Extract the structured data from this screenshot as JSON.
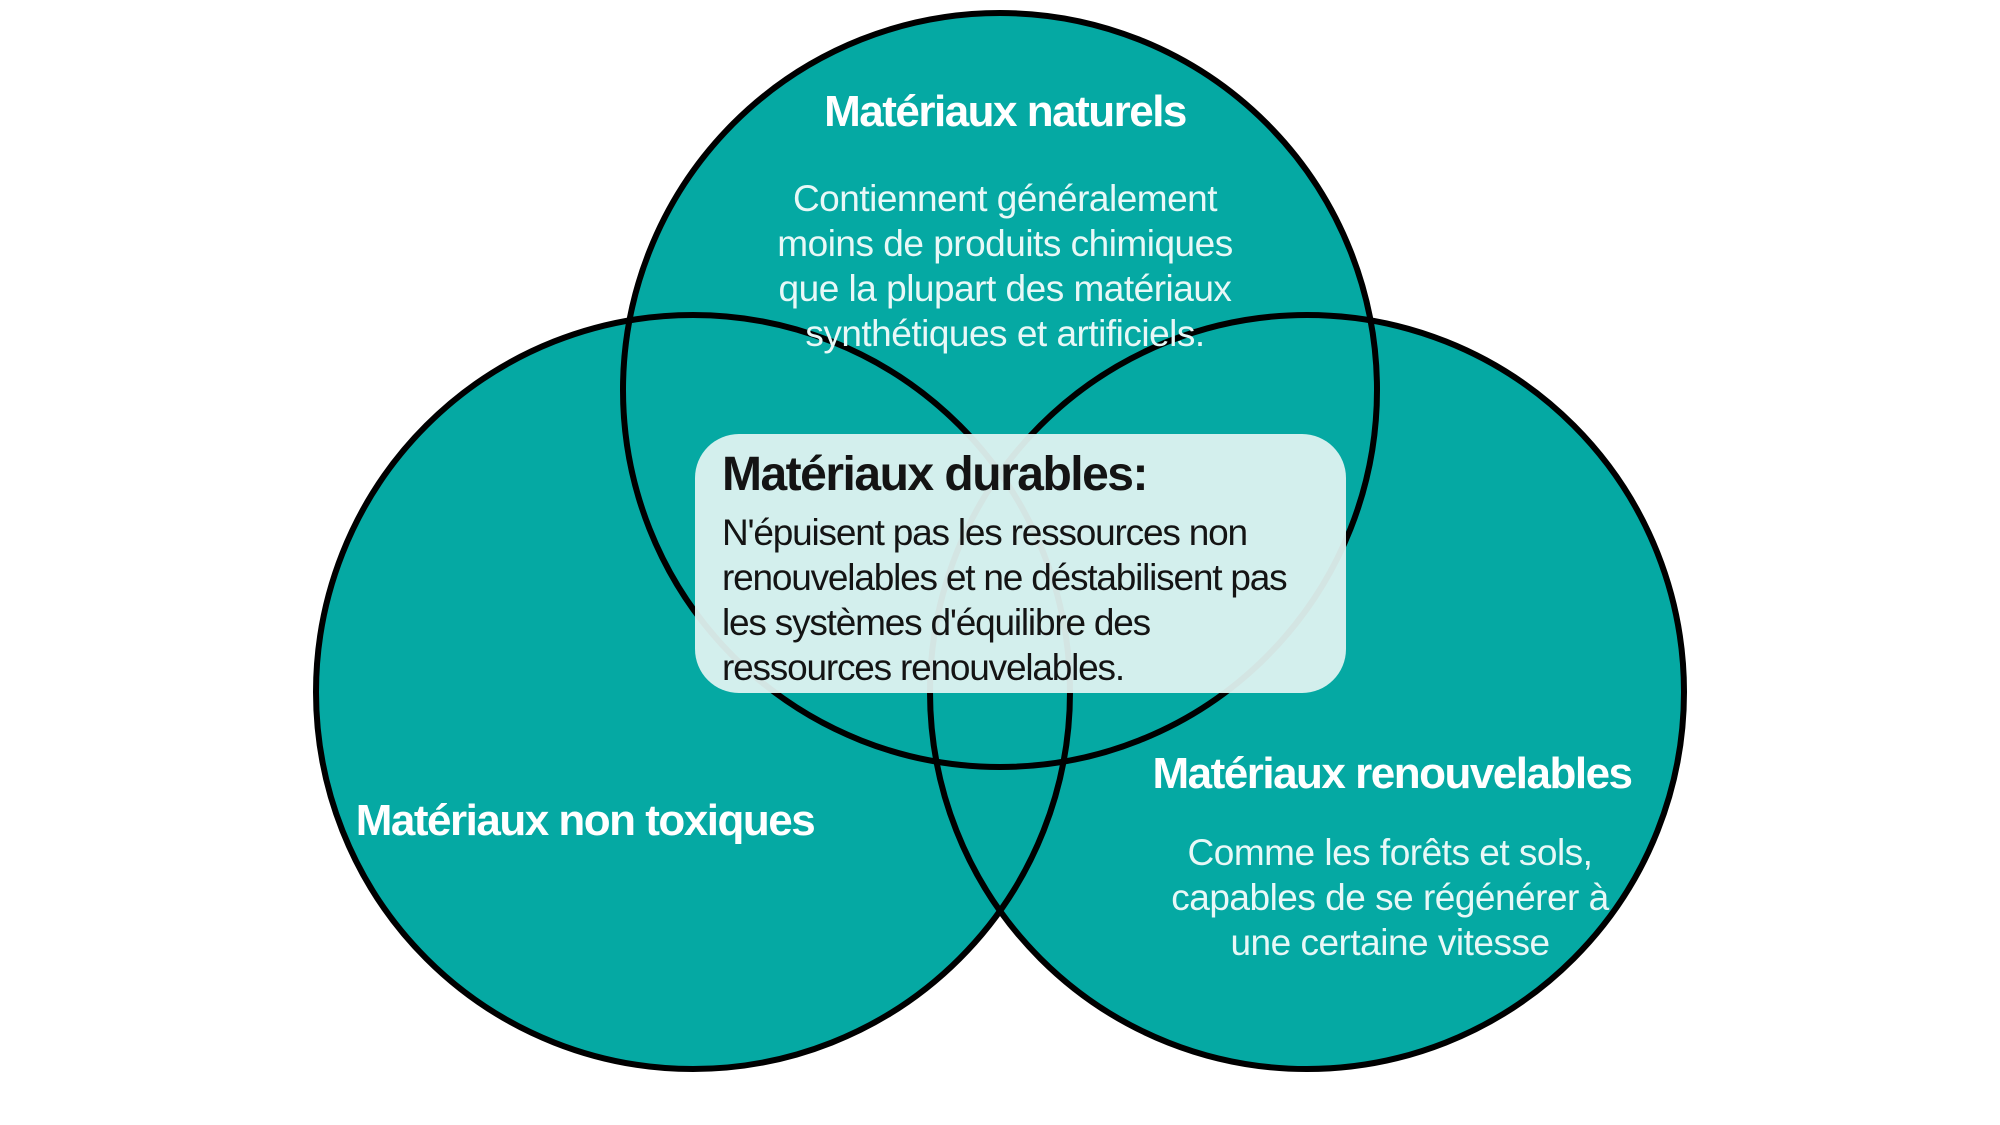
{
  "colors": {
    "page_bg": "#ffffff",
    "circle_fill": "#05a9a3",
    "circle_outline": "#000000",
    "title_text": "#ffffff",
    "body_text": "#e8f8f7",
    "box_bg": "rgba(224,243,241,0.94)",
    "box_text": "#141414"
  },
  "circles": {
    "natural": {
      "title": "Matériaux naturels",
      "description": "Contiennent généralement\nmoins de produits chimiques\nque la plupart des matériaux\nsynthétiques et artificiels."
    },
    "nontoxic": {
      "title": "Matériaux non toxiques"
    },
    "renewable": {
      "title": "Matériaux renouvelables",
      "description": "Comme les forêts et sols,\ncapables de se régénérer à\nune certaine vitesse"
    }
  },
  "center": {
    "title": "Matériaux durables:",
    "body": "N'épuisent pas les ressources non\nrenouvelables et ne déstabilisent pas\nles systèmes d'équilibre des\nressources renouvelables."
  }
}
